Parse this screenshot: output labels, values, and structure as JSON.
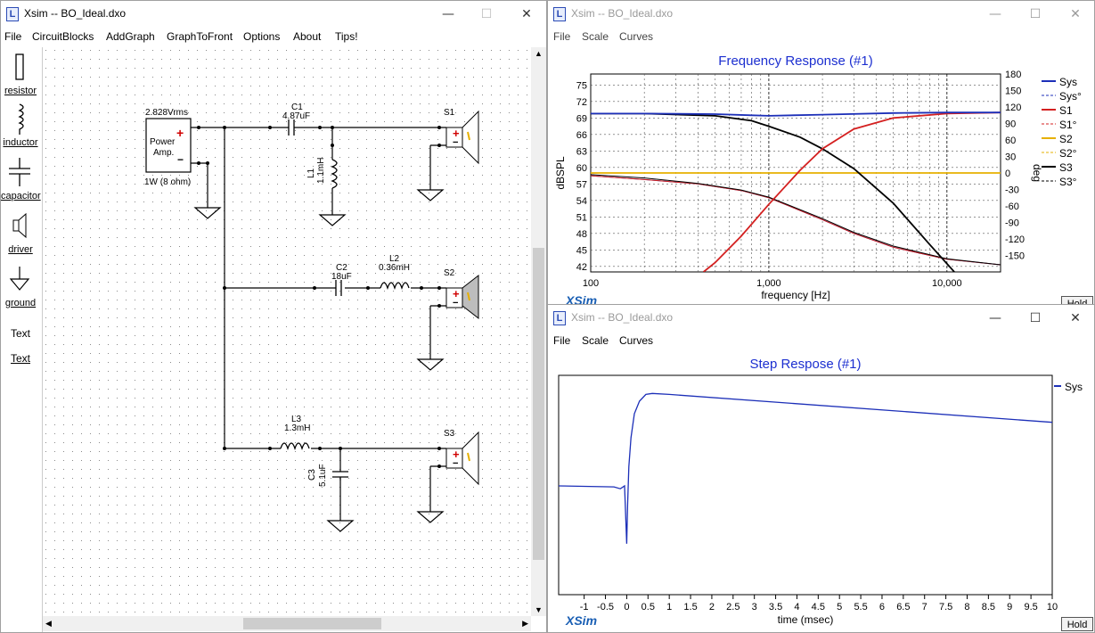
{
  "schematic_window": {
    "title": "Xsim -- BO_Ideal.dxo",
    "menu": [
      "File",
      "CircuitBlocks",
      "AddGraph",
      "GraphToFront",
      "Options",
      "About",
      "Tips!"
    ],
    "tools": [
      "resistor",
      "inductor",
      "capacitor",
      "driver",
      "ground",
      "Text",
      "Text"
    ],
    "components": {
      "amp_voltage": "2.828Vrms",
      "amp_line1": "Power",
      "amp_line2": "Amp.",
      "amp_rating": "1W (8 ohm)",
      "plus": "+",
      "minus": "−",
      "c1_name": "C1",
      "c1_value": "4.87uF",
      "l1_name": "L1",
      "l1_value": "1.1mH",
      "s1_name": "S1",
      "c2_name": "C2",
      "c2_value": "18uF",
      "l2_name": "L2",
      "l2_value": "0.36mH",
      "s2_name": "S2",
      "l3_name": "L3",
      "l3_value": "1.3mH",
      "c3_name": "C3",
      "c3_value": "5.1uF",
      "s3_name": "S3"
    }
  },
  "freq_window": {
    "title": "Xsim -- BO_Ideal.dxo",
    "menu": [
      "File",
      "Scale",
      "Curves"
    ],
    "brand": "XSim",
    "hold_label": "Hold"
  },
  "step_window": {
    "title": "Xsim -- BO_Ideal.dxo",
    "menu": [
      "File",
      "Scale",
      "Curves"
    ],
    "brand": "XSim",
    "hold_label": "Hold"
  },
  "chart_data": [
    {
      "type": "line",
      "title": "Frequency Response (#1)",
      "xlabel": "frequency [Hz]",
      "ylabel": "dBSPL",
      "y2label": "deg",
      "xscale": "log",
      "xlim": [
        100,
        20000
      ],
      "ylim": [
        41,
        77
      ],
      "y2lim": [
        -180,
        180
      ],
      "x_ticks": [
        "100",
        "1,000",
        "10,000"
      ],
      "y_ticks": [
        42,
        45,
        48,
        51,
        54,
        57,
        60,
        63,
        66,
        69,
        72,
        75
      ],
      "y2_ticks": [
        180,
        150,
        120,
        90,
        60,
        30,
        0,
        -30,
        -60,
        -90,
        -120,
        -150
      ],
      "grid": true,
      "legend_position": "right",
      "legend": [
        {
          "name": "Sys",
          "color": "#1c2fb8",
          "dashed": false
        },
        {
          "name": "Sys°",
          "color": "#1c2fb8",
          "dashed": true
        },
        {
          "name": "S1",
          "color": "#d42020",
          "dashed": false
        },
        {
          "name": "S1°",
          "color": "#d42020",
          "dashed": true
        },
        {
          "name": "S2",
          "color": "#e6b000",
          "dashed": false
        },
        {
          "name": "S2°",
          "color": "#e6b000",
          "dashed": true
        },
        {
          "name": "S3",
          "color": "#000000",
          "dashed": false
        },
        {
          "name": "S3°",
          "color": "#000000",
          "dashed": true
        }
      ],
      "series": [
        {
          "name": "Sys",
          "axis": "left",
          "color": "#1c2fb8",
          "x": [
            100,
            200,
            500,
            800,
            1000,
            2000,
            5000,
            10000,
            20000
          ],
          "y": [
            69.8,
            69.8,
            69.7,
            69.5,
            69.4,
            69.6,
            69.9,
            70.0,
            70.0
          ]
        },
        {
          "name": "Sys°",
          "axis": "right",
          "color": "#1c2fb8",
          "x": [
            100,
            200,
            400,
            700,
            1000,
            2000,
            3000,
            5000,
            10000,
            20000
          ],
          "y": [
            -5,
            -12,
            -20,
            -32,
            -45,
            -85,
            -110,
            -135,
            -157,
            -167
          ]
        },
        {
          "name": "S1",
          "axis": "left",
          "color": "#d42020",
          "x": [
            430,
            500,
            700,
            1000,
            1500,
            2000,
            3000,
            5000,
            10000,
            20000
          ],
          "y": [
            41,
            42.7,
            47.5,
            53.3,
            59.5,
            63.4,
            67,
            69,
            69.8,
            70
          ]
        },
        {
          "name": "S1°",
          "axis": "right",
          "color": "#d42020",
          "x": [
            100,
            200,
            400,
            700,
            1000,
            2000,
            3000,
            5000,
            10000,
            20000
          ],
          "y": [
            -5,
            -12,
            -20,
            -32,
            -45,
            -85,
            -110,
            -135,
            -157,
            -167
          ]
        },
        {
          "name": "S2",
          "axis": "left",
          "color": "#e6b000",
          "x": [
            100,
            20000
          ],
          "y": [
            59,
            59
          ]
        },
        {
          "name": "S3",
          "axis": "left",
          "color": "#000000",
          "x": [
            100,
            200,
            500,
            800,
            1000,
            1500,
            2000,
            3000,
            5000,
            8000,
            11000
          ],
          "y": [
            69.8,
            69.8,
            69.4,
            68.5,
            67.5,
            65.5,
            63.4,
            59.8,
            53.5,
            46,
            41
          ]
        },
        {
          "name": "S3°",
          "axis": "right",
          "color": "#000000",
          "x": [
            100,
            200,
            400,
            700,
            1000,
            2000,
            3000,
            5000,
            10000,
            20000
          ],
          "y": [
            -3,
            -9,
            -19,
            -31,
            -44,
            -83,
            -108,
            -133,
            -156,
            -167
          ]
        }
      ]
    },
    {
      "type": "line",
      "title": "Step Respose (#1)",
      "xlabel": "time (msec)",
      "ylabel": "",
      "xlim": [
        -1.6,
        10
      ],
      "x_ticks": [
        "-1",
        "-0.5",
        "0",
        "0.5",
        "1",
        "1.5",
        "2",
        "2.5",
        "3",
        "3.5",
        "4",
        "4.5",
        "5",
        "5.5",
        "6",
        "6.5",
        "7",
        "7.5",
        "8",
        "8.5",
        "9",
        "9.5",
        "10"
      ],
      "grid": false,
      "legend_position": "top-right",
      "series": [
        {
          "name": "Sys",
          "color": "#1c2fb8",
          "x": [
            -1.6,
            -0.3,
            -0.15,
            -0.05,
            0.0,
            0.02,
            0.05,
            0.1,
            0.18,
            0.3,
            0.45,
            0.6,
            1.0,
            10.0
          ],
          "y": [
            0.0,
            -0.01,
            -0.03,
            0.0,
            -0.6,
            -0.2,
            0.2,
            0.5,
            0.75,
            0.88,
            0.95,
            0.96,
            0.95,
            0.66
          ]
        }
      ]
    }
  ]
}
